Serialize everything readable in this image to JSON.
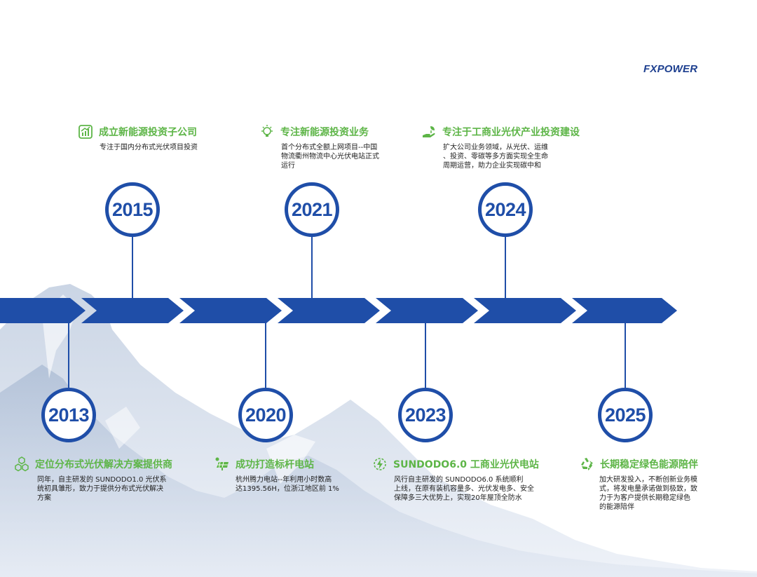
{
  "brand": "FXPOWER",
  "colors": {
    "accent": "#1f4ea8",
    "title_green": "#5db547",
    "text": "#222222"
  },
  "milestones_top": [
    {
      "year": "2015",
      "title": "成立新能源投资子公司",
      "desc": "专注于国内分布式光伏项目投资",
      "icon": "growth-chart-icon"
    },
    {
      "year": "2021",
      "title": "专注新能源投资业务",
      "desc": "首个分布式全额上网项目--中国\n物流衢州物流中心光伏电站正式\n运行",
      "icon": "lightbulb-icon"
    },
    {
      "year": "2024",
      "title": "专注于工商业光伏产业投资建设",
      "desc": "扩大公司业务领域，从光伏、运维\n、投资、零碳等多方面实现全生命\n周期运营，助力企业实现碳中和",
      "icon": "hand-leaf-icon"
    }
  ],
  "milestones_bottom": [
    {
      "year": "2013",
      "title": "定位分布式光伏解决方案提供商",
      "desc": "同年，自主研发的 SUNDODO1.0 光伏系\n统初具雏形，致力于提供分布式光伏解决\n方案",
      "icon": "hexagons-icon"
    },
    {
      "year": "2020",
      "title": "成功打造标杆电站",
      "desc": "杭州腾力电站--年利用小时数高\n达1395.56H，位浙江地区前 1%",
      "icon": "solar-panel-icon"
    },
    {
      "year": "2023",
      "title": "SUNDODO6.0 工商业光伏电站",
      "desc": "风行自主研发的  SUNDODO6.0  系统顺利\n上线，在原有装机容量多、光伏发电多、安全\n保障多三大优势上，实现20年屋顶全防水",
      "icon": "power-bolt-icon"
    },
    {
      "year": "2025",
      "title": "长期稳定绿色能源陪伴",
      "desc": "加大研发投入，不断创新业务模\n式，将发电量承诺做到极致，致\n力于为客户提供长期稳定绿色\n的能源陪伴",
      "icon": "recycle-icon"
    }
  ]
}
